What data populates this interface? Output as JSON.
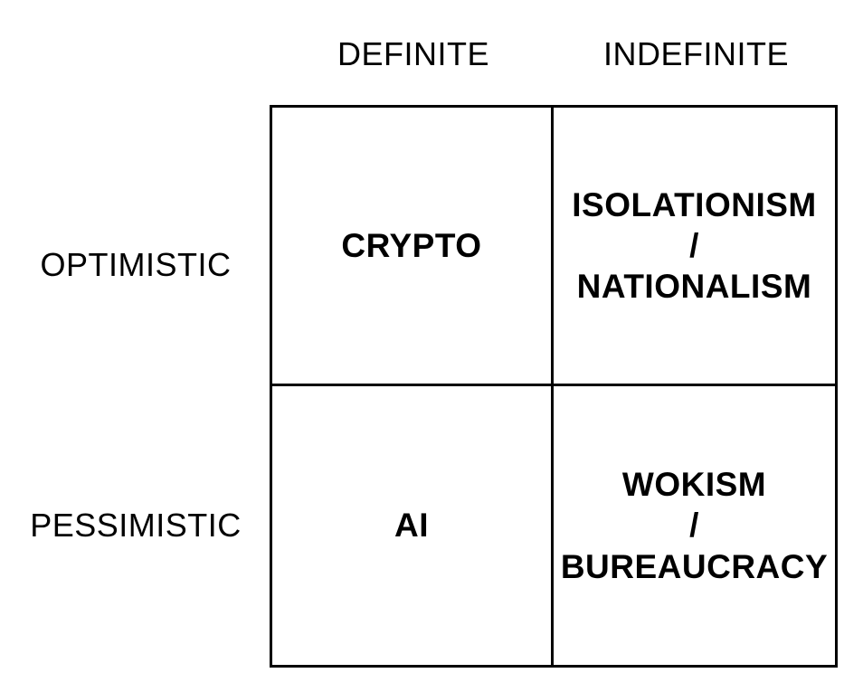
{
  "diagram": {
    "title": "definite-indefinite optimism quadrant",
    "colors": {
      "background": "#ffffff",
      "line": "#000000",
      "text": "#000000"
    },
    "col_headers": [
      {
        "label": "DEFINITE"
      },
      {
        "label": "INDEFINITE"
      }
    ],
    "row_headers": [
      {
        "label": "OPTIMISTIC"
      },
      {
        "label": "PESSIMISTIC"
      }
    ],
    "cells": [
      {
        "row": "OPTIMISTIC",
        "col": "DEFINITE",
        "label": "CRYPTO"
      },
      {
        "row": "OPTIMISTIC",
        "col": "INDEFINITE",
        "label": "ISOLATIONISM\n/\nNATIONALISM"
      },
      {
        "row": "PESSIMISTIC",
        "col": "DEFINITE",
        "label": "AI"
      },
      {
        "row": "PESSIMISTIC",
        "col": "INDEFINITE",
        "label": "WOKISM\n/\nBUREAUCRACY"
      }
    ]
  }
}
